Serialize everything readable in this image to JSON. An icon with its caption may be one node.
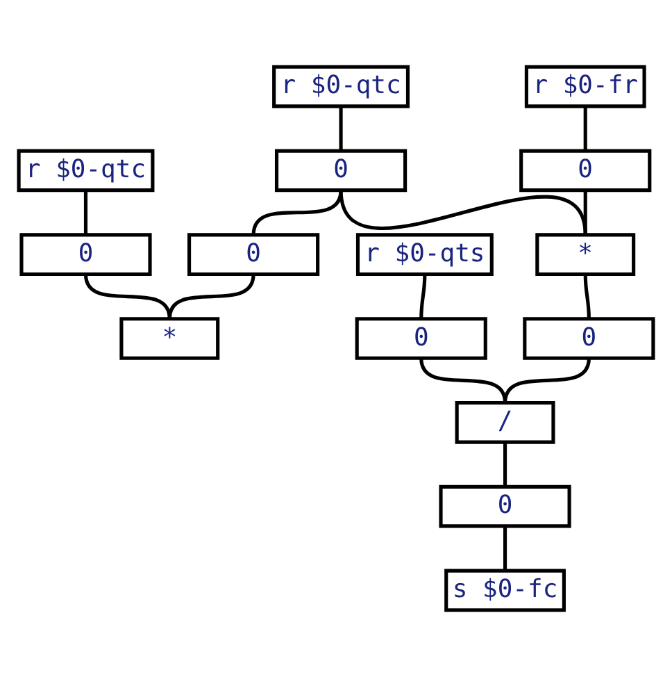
{
  "diagram": {
    "nodes": [
      {
        "text": [
          "r $0-qtc"
        ]
      },
      {
        "text": [
          "r $0-fr"
        ]
      },
      {
        "text": [
          "r $0-qts"
        ]
      },
      {
        "text": [
          "0"
        ]
      },
      {
        "text": [
          "0"
        ]
      },
      {
        "text": [
          "0"
        ]
      },
      {
        "text": [
          "*"
        ]
      },
      {
        "text": [
          "0"
        ]
      },
      {
        "text": [
          "0"
        ]
      },
      {
        "text": [
          "/"
        ]
      },
      {
        "text": [
          "r $0-qtc"
        ]
      },
      {
        "text": [
          "0"
        ]
      },
      {
        "text": [
          "0"
        ]
      },
      {
        "text": [
          "*"
        ]
      },
      {
        "text": [
          "s $0-fc"
        ]
      }
    ],
    "edges": [
      {
        "from": 0,
        "to": 3,
        "arrow": "none"
      },
      {
        "from": 1,
        "to": 4,
        "arrow": "none"
      },
      {
        "from": 2,
        "to": 5,
        "arrow": "none"
      },
      {
        "from": 3,
        "to": 6,
        "arrow": "none"
      },
      {
        "from": 4,
        "to": 6,
        "arrow": "none"
      },
      {
        "from": 6,
        "to": 7,
        "arrow": "none"
      },
      {
        "from": 3,
        "to": 8,
        "arrow": "none"
      },
      {
        "from": 7,
        "to": 9,
        "arrow": "none"
      },
      {
        "from": 5,
        "to": 9,
        "arrow": "none"
      },
      {
        "from": 9,
        "to": 11,
        "arrow": "none"
      },
      {
        "from": 11,
        "to": 14,
        "arrow": "none"
      },
      {
        "from": 10,
        "to": 12,
        "arrow": "none"
      },
      {
        "from": 8,
        "to": 13,
        "arrow": "none"
      },
      {
        "from": 12,
        "to": 13,
        "arrow": "none"
      }
    ]
  }
}
